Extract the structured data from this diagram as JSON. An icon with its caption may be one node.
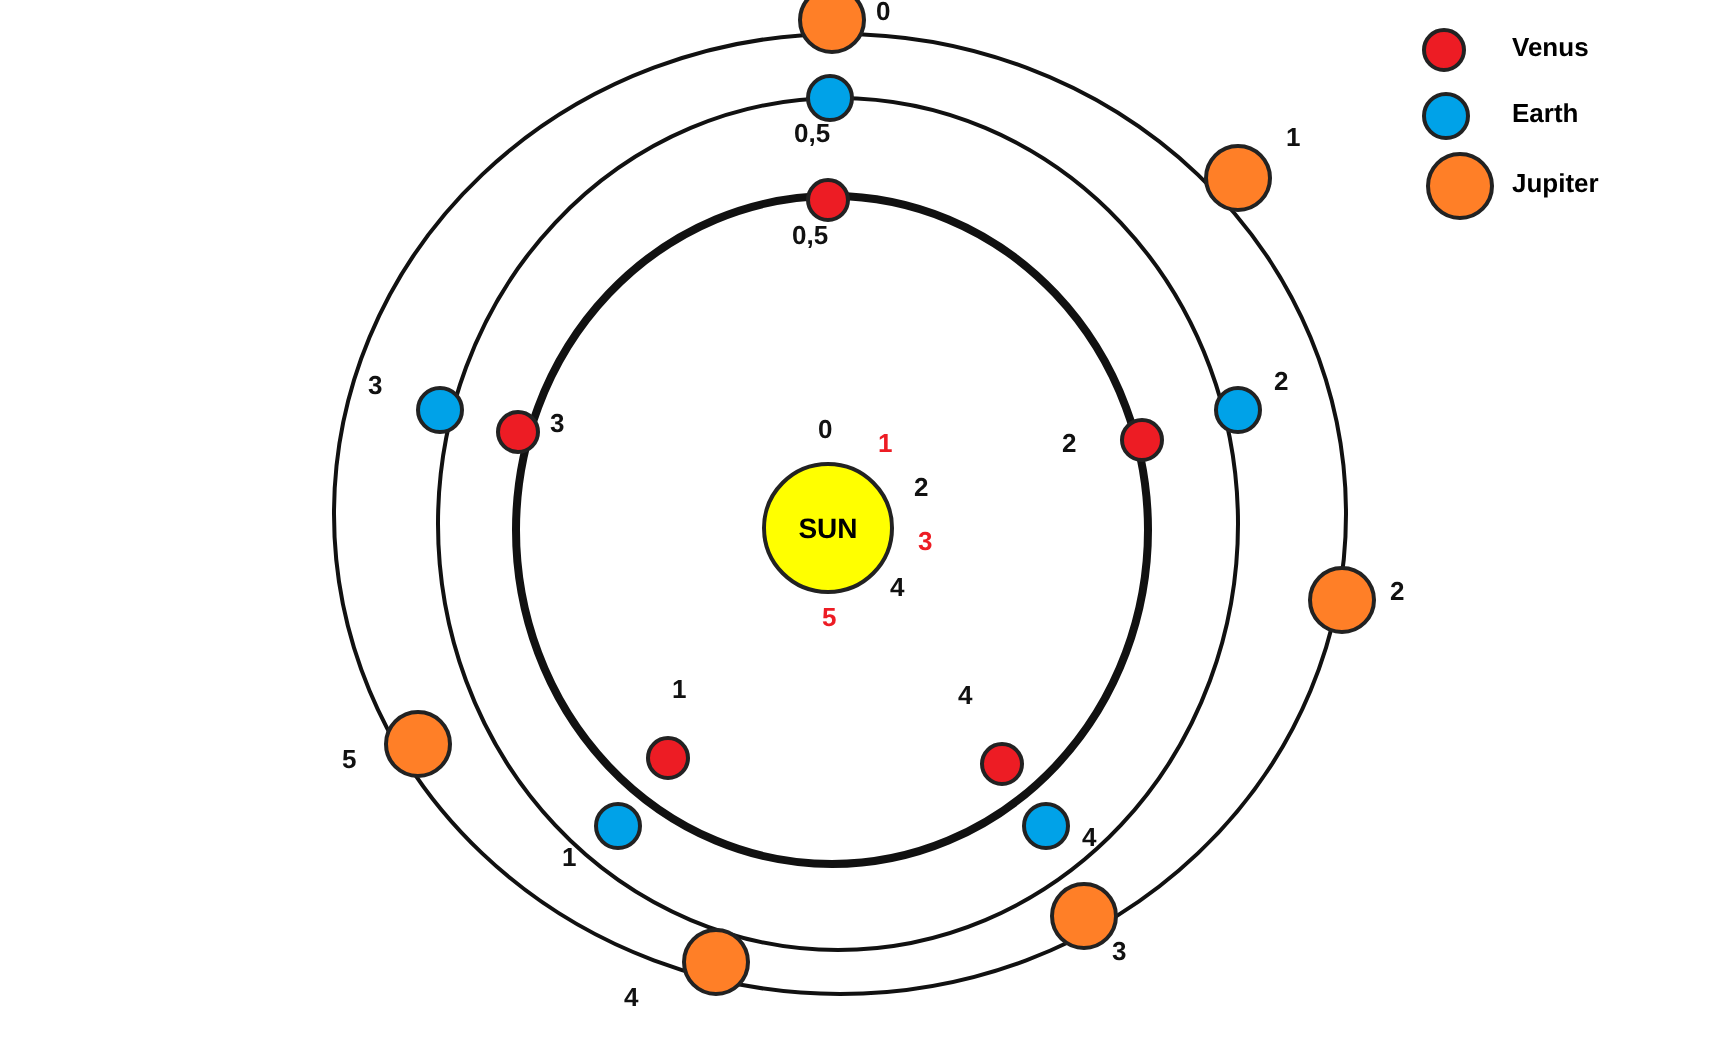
{
  "diagram": {
    "nodes": [
      {
        "text": [],
        "shape": "circle",
        "beside": [
          "0"
        ]
      },
      {
        "text": [],
        "shape": "circle",
        "beside": [
          "0,5"
        ]
      },
      {
        "text": [],
        "shape": "circle",
        "beside": [
          "0,5"
        ]
      },
      {
        "text": [],
        "shape": "circle",
        "beside": [
          "1"
        ]
      },
      {
        "text": [],
        "shape": "circle",
        "beside": [
          "3"
        ]
      },
      {
        "text": [],
        "shape": "circle",
        "beside": [
          "3"
        ]
      },
      {
        "text": [],
        "shape": "circle",
        "beside": [
          "2"
        ]
      },
      {
        "text": [],
        "shape": "circle",
        "beside": [
          "2"
        ]
      },
      {
        "text": [
          "SUN"
        ]
      },
      {
        "text": [],
        "shape": "circle",
        "beside": [
          "2"
        ]
      },
      {
        "text": [],
        "shape": "circle",
        "beside": [
          "5"
        ]
      },
      {
        "text": [],
        "shape": "circle",
        "beside": [
          "1"
        ]
      },
      {
        "text": [],
        "shape": "circle",
        "beside": [
          "4"
        ]
      },
      {
        "text": [],
        "shape": "circle",
        "beside": [
          "1"
        ]
      },
      {
        "text": [],
        "shape": "circle",
        "beside": [
          "4"
        ]
      },
      {
        "text": [],
        "shape": "circle",
        "beside": [
          "3"
        ]
      },
      {
        "text": [],
        "shape": "circle",
        "beside": [
          "4"
        ]
      }
    ],
    "edges": [],
    "labels": [
      "0",
      "1",
      "2",
      "3",
      "4",
      "5"
    ],
    "legend": [
      {
        "text": "Venus",
        "color": "#ed1c24"
      },
      {
        "text": "Earth",
        "color": "#00a2e8"
      },
      {
        "text": "Jupiter",
        "color": "#ff7f27"
      }
    ]
  }
}
